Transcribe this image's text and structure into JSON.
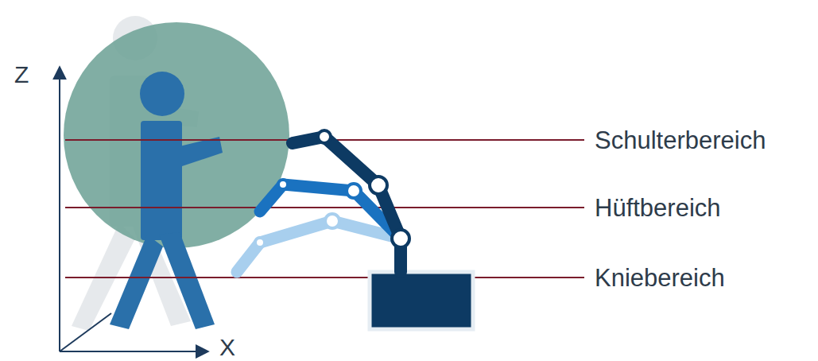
{
  "diagram": {
    "labels": [
      "Z",
      "X",
      "Schulterbereich",
      "Hüftbereich",
      "Kniebereich"
    ]
  }
}
